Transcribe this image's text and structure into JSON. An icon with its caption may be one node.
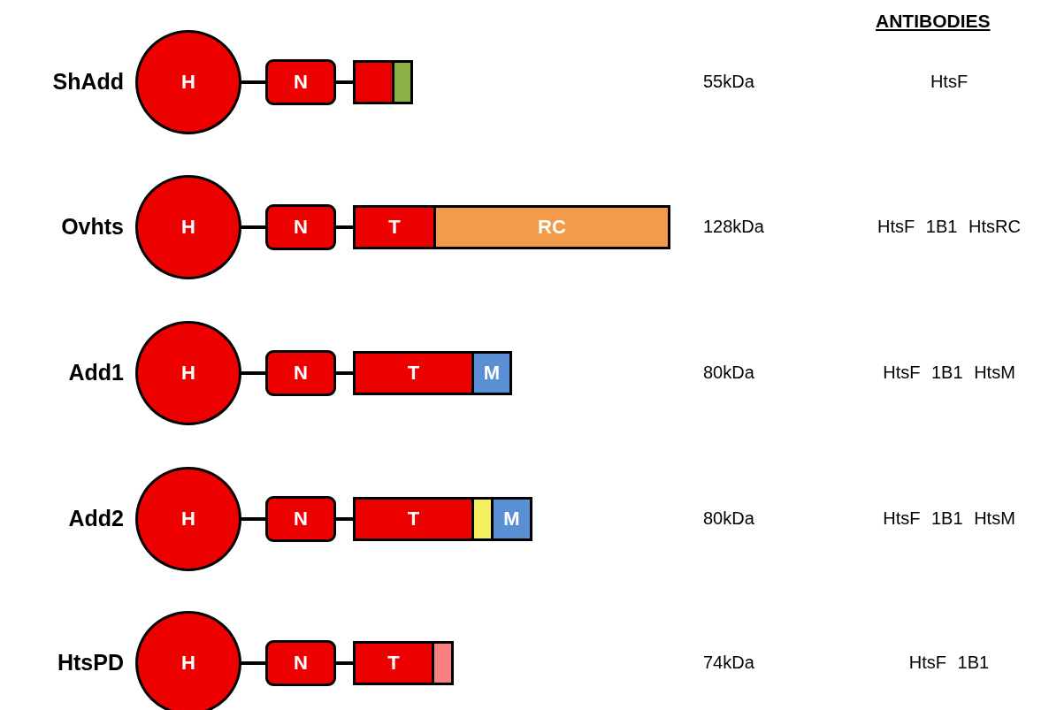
{
  "diagram": {
    "nodes": [
      {
        "text": [
          "H"
        ]
      },
      {
        "text": [
          "N"
        ]
      },
      {
        "text": [],
        "shape": "box"
      },
      {
        "text": [],
        "shape": "box"
      },
      {
        "text": [
          "H"
        ]
      },
      {
        "text": [
          "N"
        ]
      },
      {
        "text": [
          "T"
        ]
      },
      {
        "text": [
          "RC"
        ]
      },
      {
        "text": [
          "H"
        ]
      },
      {
        "text": [
          "N"
        ]
      },
      {
        "text": [
          "T"
        ]
      },
      {
        "text": [
          "M"
        ]
      },
      {
        "text": [
          "H"
        ]
      },
      {
        "text": [
          "N"
        ]
      },
      {
        "text": [
          "T"
        ]
      },
      {
        "text": [],
        "shape": "box"
      },
      {
        "text": [
          "M"
        ]
      },
      {
        "text": [
          "H"
        ]
      },
      {
        "text": [
          "N"
        ]
      },
      {
        "text": [
          "T"
        ]
      },
      {
        "text": [],
        "shape": "box"
      }
    ],
    "edges": [
      {
        "from": 0,
        "to": 1,
        "arrow": "none"
      },
      {
        "from": 1,
        "to": 2,
        "arrow": "none"
      },
      {
        "from": 4,
        "to": 5,
        "arrow": "none"
      },
      {
        "from": 5,
        "to": 6,
        "arrow": "none"
      },
      {
        "from": 8,
        "to": 9,
        "arrow": "none"
      },
      {
        "from": 9,
        "to": 10,
        "arrow": "none"
      },
      {
        "from": 12,
        "to": 13,
        "arrow": "none"
      },
      {
        "from": 13,
        "to": 14,
        "arrow": "none"
      },
      {
        "from": 17,
        "to": 18,
        "arrow": "none"
      },
      {
        "from": 18,
        "to": 19,
        "arrow": "none"
      }
    ],
    "labels": [
      "ANTIBODIES",
      "ShAdd",
      "55kDa",
      "HtsF",
      "Ovhts",
      "128kDa",
      "HtsF 1B1 HtsRC",
      "Add1",
      "80kDa",
      "HtsF 1B1 HtsM",
      "Add2",
      "80kDa",
      "HtsF 1B1 HtsM",
      "HtsPD",
      "74kDa",
      "HtsF 1B1"
    ]
  }
}
